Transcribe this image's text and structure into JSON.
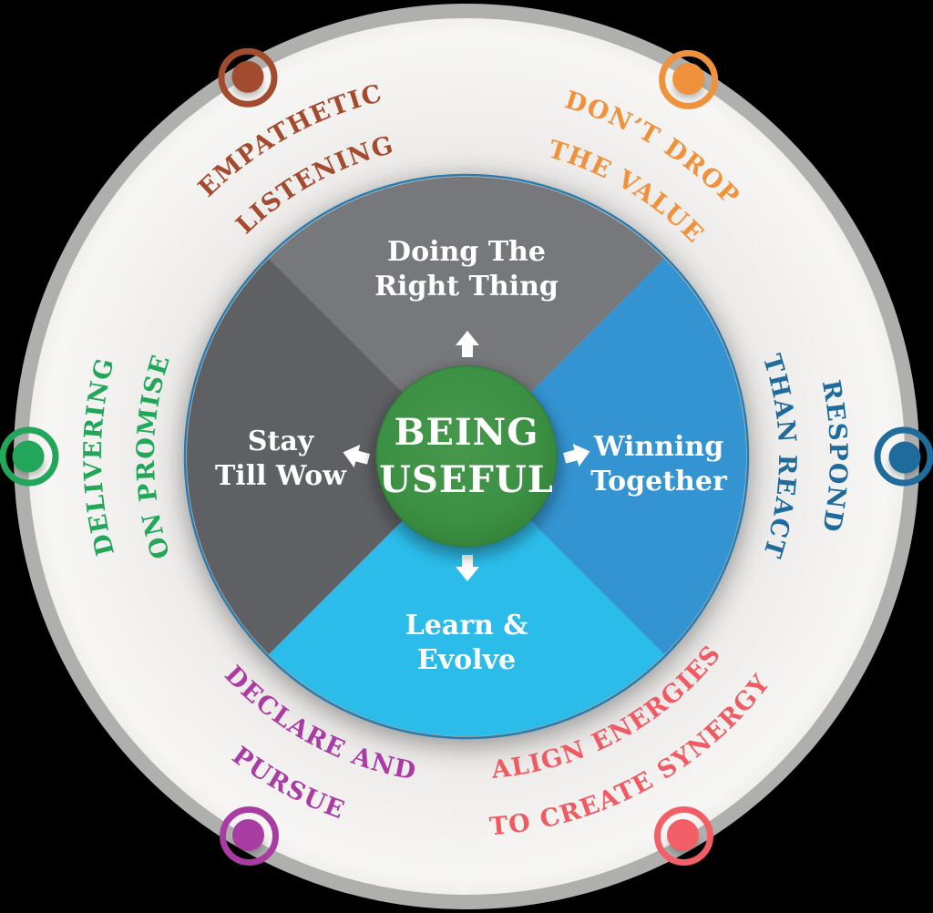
{
  "diagram_title": "Being Useful values wheel",
  "background_color": "#000000",
  "ring": {
    "rim_color": "#AFAFAE",
    "face_color": "#EDECEA",
    "inner_outline_color": "#2A7CAE"
  },
  "center_circle": {
    "line1": "BEING",
    "line2": "USEFUL",
    "color": "#3B8D41"
  },
  "quadrants": [
    {
      "name": "doing-the-right-thing",
      "line1": "Doing The",
      "line2": "Right Thing",
      "color": "#76787B"
    },
    {
      "name": "winning-together",
      "line1": "Winning",
      "line2": "Together",
      "color": "#3394D1"
    },
    {
      "name": "learn-and-evolve",
      "line1": "Learn &",
      "line2": "Evolve",
      "color": "#2BBCE9"
    },
    {
      "name": "stay-till-wow",
      "line1": "Stay",
      "line2": "Till Wow",
      "color": "#5E6063"
    }
  ],
  "ring_labels": [
    {
      "name": "empathetic-listening",
      "line1": "EMPATHETIC",
      "line2": "LISTENING",
      "color": "#A34B2E",
      "position": "top-left"
    },
    {
      "name": "dont-drop-the-value",
      "line1": "DON’T DROP",
      "line2": "THE VALUE",
      "color": "#F0913C",
      "position": "top-right"
    },
    {
      "name": "delivering-on-promise",
      "line1": "DELIVERING",
      "line2": "ON PROMISE",
      "color": "#21A65A",
      "position": "left"
    },
    {
      "name": "respond-than-react",
      "line1": "RESPOND",
      "line2": "THAN REACT",
      "color": "#1F6B9C",
      "position": "right"
    },
    {
      "name": "declare-and-pursue",
      "line1": "DECLARE AND",
      "line2": "PURSUE",
      "color": "#A93CA2",
      "position": "bottom-left"
    },
    {
      "name": "align-energies",
      "line1": "ALIGN ENERGIES",
      "line2": "TO CREATE SYNERGY",
      "color": "#EF5A63",
      "position": "bottom-right"
    }
  ],
  "markers": [
    {
      "name": "marker-empathetic-listening",
      "color": "#A34B2E"
    },
    {
      "name": "marker-dont-drop-the-value",
      "color": "#F0913C"
    },
    {
      "name": "marker-delivering-on-promise",
      "color": "#21A65A"
    },
    {
      "name": "marker-respond-than-react",
      "color": "#1F6B9C"
    },
    {
      "name": "marker-declare-and-pursue",
      "color": "#A93CA2"
    },
    {
      "name": "marker-align-energies",
      "color": "#F25F66"
    }
  ]
}
